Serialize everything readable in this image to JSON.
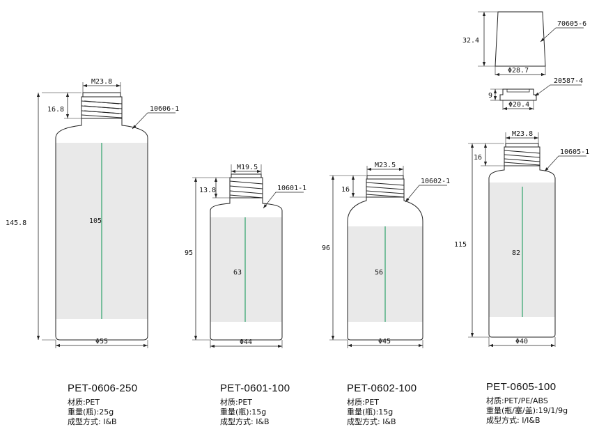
{
  "products": [
    {
      "model": "PET-0606-250",
      "material": "材质:PET",
      "weight": "重量(瓶):25g",
      "forming": "成型方式: I&B",
      "part_code": "10606-1",
      "dims": {
        "neck_diameter": "M23.8",
        "neck_height": "16.8",
        "total_height": "145.8",
        "label_height": "105",
        "body_diameter": "Φ55"
      }
    },
    {
      "model": "PET-0601-100",
      "material": "材质:PET",
      "weight": "重量(瓶):15g",
      "forming": "成型方式: I&B",
      "part_code": "10601-1",
      "dims": {
        "neck_diameter": "M19.5",
        "neck_height": "13.8",
        "total_height": "95",
        "label_height": "63",
        "body_diameter": "Φ44"
      }
    },
    {
      "model": "PET-0602-100",
      "material": "材质:PET",
      "weight": "重量(瓶):15g",
      "forming": "成型方式: I&B",
      "part_code": "10602-1",
      "dims": {
        "neck_diameter": "M23.5",
        "neck_height": "16",
        "total_height": "96",
        "label_height": "56",
        "body_diameter": "Φ45"
      }
    },
    {
      "model": "PET-0605-100",
      "material": "材质:PET/PE/ABS",
      "weight": "重量(瓶/塞/盖):19/1/9g",
      "forming": "成型方式: I/I&B",
      "part_code": "10605-1",
      "dims": {
        "neck_diameter": "M23.8",
        "neck_height": "16",
        "total_height": "115",
        "label_height": "82",
        "body_diameter": "Φ40"
      }
    }
  ],
  "cap_part": {
    "code": "70605-6",
    "height": "32.4",
    "diameter": "Φ28.7"
  },
  "plug_part": {
    "code": "20587-4",
    "height": "9",
    "diameter": "Φ20.4"
  },
  "colors": {
    "line": "#222222",
    "label_fill": "#e9e9e9",
    "label_center": "#2fa36b"
  }
}
